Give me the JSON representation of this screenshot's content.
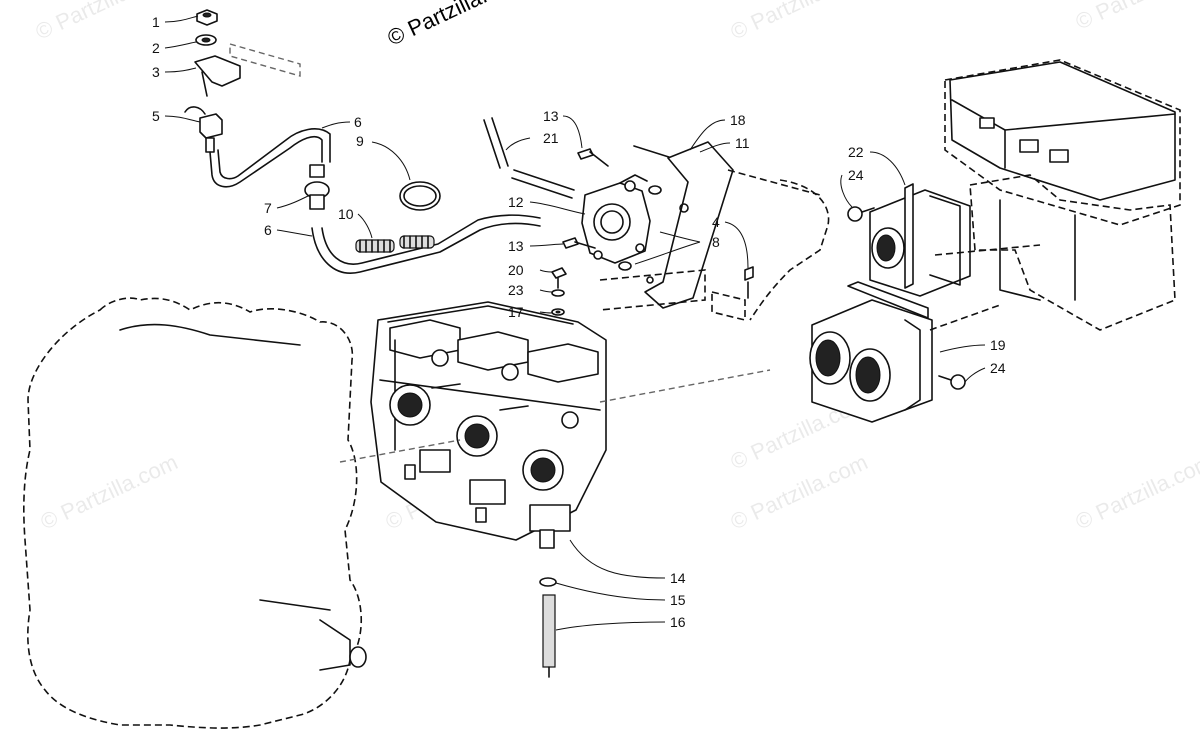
{
  "watermarks": [
    {
      "text": "© Partzilla.com"
    },
    {
      "text": "© Partzilla.com"
    },
    {
      "text": "© Partzilla.com"
    },
    {
      "text": "© Partzilla.com"
    },
    {
      "text": "© Partzilla.com"
    },
    {
      "text": "© Partzilla.com"
    },
    {
      "text": "© Partzilla.com"
    },
    {
      "text": "© Partzilla.com"
    },
    {
      "text": "© Partzilla.com"
    }
  ],
  "callouts": [
    {
      "label": "1"
    },
    {
      "label": "2"
    },
    {
      "label": "3"
    },
    {
      "label": "5"
    },
    {
      "label": "6"
    },
    {
      "label": "9"
    },
    {
      "label": "7"
    },
    {
      "label": "10"
    },
    {
      "label": "6"
    },
    {
      "label": "13"
    },
    {
      "label": "21"
    },
    {
      "label": "18"
    },
    {
      "label": "11"
    },
    {
      "label": "12"
    },
    {
      "label": "4"
    },
    {
      "label": "8"
    },
    {
      "label": "13"
    },
    {
      "label": "20"
    },
    {
      "label": "23"
    },
    {
      "label": "17"
    },
    {
      "label": "22"
    },
    {
      "label": "24"
    },
    {
      "label": "19"
    },
    {
      "label": "24"
    },
    {
      "label": "14"
    },
    {
      "label": "15"
    },
    {
      "label": "16"
    }
  ]
}
